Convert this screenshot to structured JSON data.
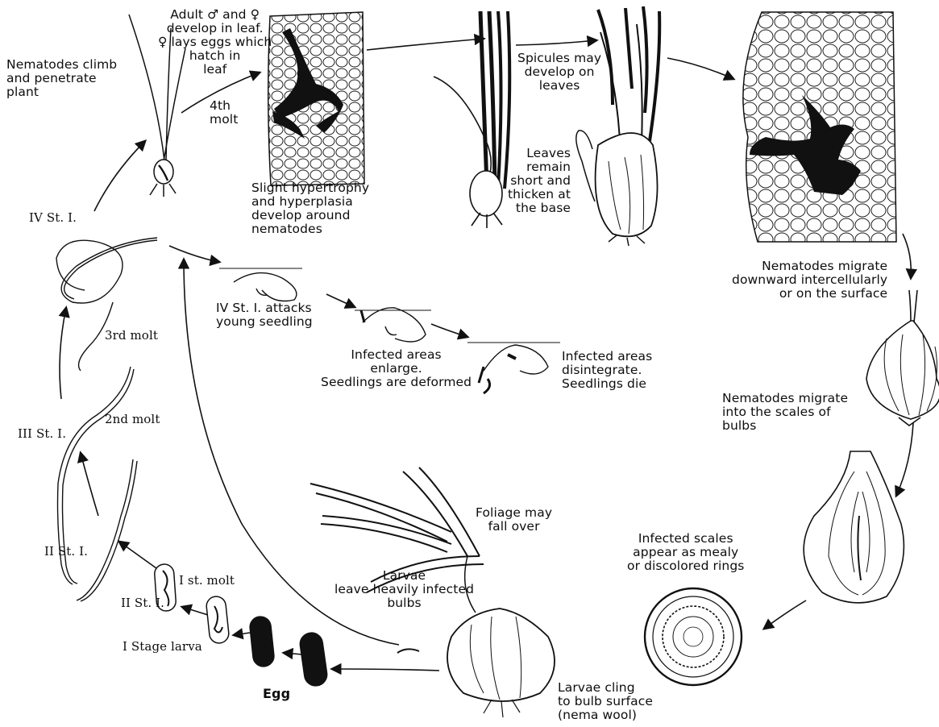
{
  "labels": {
    "climb": "Nematodes climb\nand penetrate\nplant",
    "adult": "Adult ♂ and ♀\ndevelop in leaf.\n♀ lays eggs which\nhatch in\nleaf",
    "molt4": "4th\nmolt",
    "hypertrophy": "Slight hypertrophy\nand hyperplasia\ndevelop around\nnematodes",
    "spicules": "Spicules may\ndevelop on\nleaves",
    "leaves_short": "Leaves\nremain\nshort and\nthicken at\nthe base",
    "migrate_down": "Nematodes migrate\ndownward intercellularly\nor on the surface",
    "migrate_scales": "Nematodes migrate\ninto the scales of\nbulbs",
    "mealy": "Infected scales\nappear as mealy\nor discolored rings",
    "cling": "Larvae cling\nto bulb surface\n(nema wool)",
    "foliage": "Foliage may\nfall over",
    "leave_bulbs": "Larvae\nleave heavily infected\nbulbs",
    "egg": "Egg",
    "stage1": "I Stage larva",
    "stage2_egg": "II St. I.",
    "molt1": "I st. molt",
    "stage2": "II St. I.",
    "molt2": "2nd molt",
    "stage3": "III St. I.",
    "molt3": "3rd molt",
    "stage4": "IV St. I.",
    "attack": "IV St. I. attacks\nyoung seedling",
    "enlarge": "Infected areas\nenlarge.\nSeedlings are deformed",
    "disintegrate": "Infected areas\ndisintegrate.\nSeedlings die"
  },
  "icons": {
    "plant": "onion-seedling-icon",
    "tissue": "leaf-tissue-icon",
    "bulb": "onion-bulb-icon",
    "worm": "nematode-icon",
    "egg": "egg-icon"
  },
  "colors": {
    "ink": "#111111",
    "paper": "#ffffff",
    "tissue": "#1a1a1a"
  }
}
